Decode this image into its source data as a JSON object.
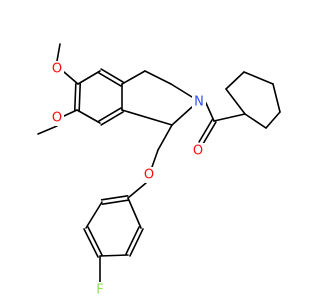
{
  "colors": {
    "background": "#ffffff",
    "carbon_bond": "#000000",
    "oxygen": "#ff0d0d",
    "nitrogen": "#3050f8",
    "fluorine": "#90e050"
  },
  "atoms": {
    "o_methoxy_top": "O",
    "o_methoxy_bottom": "O",
    "n_ring": "N",
    "o_carbonyl": "O",
    "o_ether": "O",
    "f_para": "F"
  }
}
